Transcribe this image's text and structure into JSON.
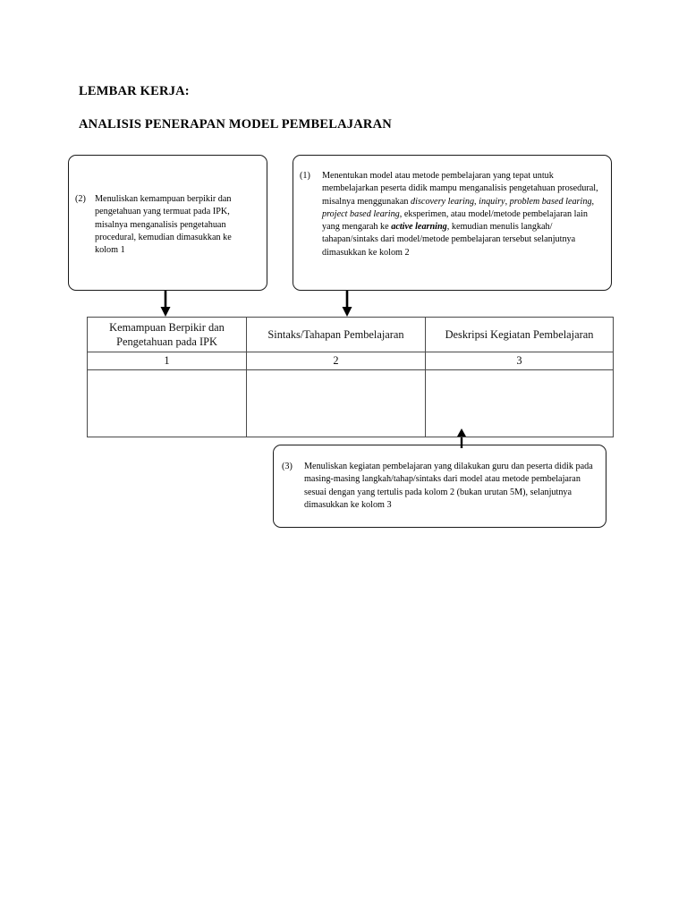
{
  "document": {
    "title_line_1": "LEMBAR KERJA:",
    "title_line_2": "ANALISIS PENERAPAN MODEL PEMBELAJARAN"
  },
  "callouts": [
    {
      "id": "box-2",
      "number": "(2)",
      "text": "Menuliskan kemampuan berpikir dan pengetahuan yang termuat pada  IPK, misalnya menganalisis pengetahuan procedural, kemudian dimasukkan ke kolom 1"
    },
    {
      "id": "box-1",
      "number": "(1)",
      "text": "Menentukan model atau metode pembelajaran yang tepat untuk membelajarkan peserta didik mampu menganalisis pengetahuan prosedural, misalnya menggunakan discovery learing, inquiry, problem based learing, project based learing, eksperimen, atau model/metode pembelajaran lain yang mengarah ke active learning, kemudian menulis langkah/ tahapan/sintaks dari model/metode pembelajaran tersebut selanjutnya dimasukkan ke kolom 2",
      "italic_terms": [
        "discovery learing",
        "inquiry",
        "problem based learing",
        "project based learing"
      ],
      "bold_italic_terms": [
        "active learning"
      ]
    },
    {
      "id": "box-3",
      "number": "(3)",
      "text": "Menuliskan kegiatan pembelajaran yang dilakukan guru dan peserta didik pada masing-masing langkah/tahap/sintaks dari model atau metode pembelajaran sesuai dengan yang tertulis pada kolom 2 (bukan urutan 5M), selanjutnya dimasukkan ke kolom 3"
    }
  ],
  "table": {
    "headers": [
      "Kemampuan Berpikir dan Pengetahuan pada IPK",
      "Sintaks/Tahapan Pembelajaran",
      "Deskripsi Kegiatan Pembelajaran"
    ],
    "column_numbers": [
      "1",
      "2",
      "3"
    ],
    "body_rows": [
      [
        "",
        "",
        ""
      ]
    ]
  },
  "arrows": [
    {
      "name": "arrow-box2-to-table",
      "direction": "down"
    },
    {
      "name": "arrow-box1-to-table",
      "direction": "down"
    },
    {
      "name": "arrow-box3-to-table",
      "direction": "up"
    }
  ],
  "colors": {
    "text": "#111111",
    "border": "#1a1a1a",
    "table_border": "#4a4a4a",
    "background": "#ffffff"
  }
}
